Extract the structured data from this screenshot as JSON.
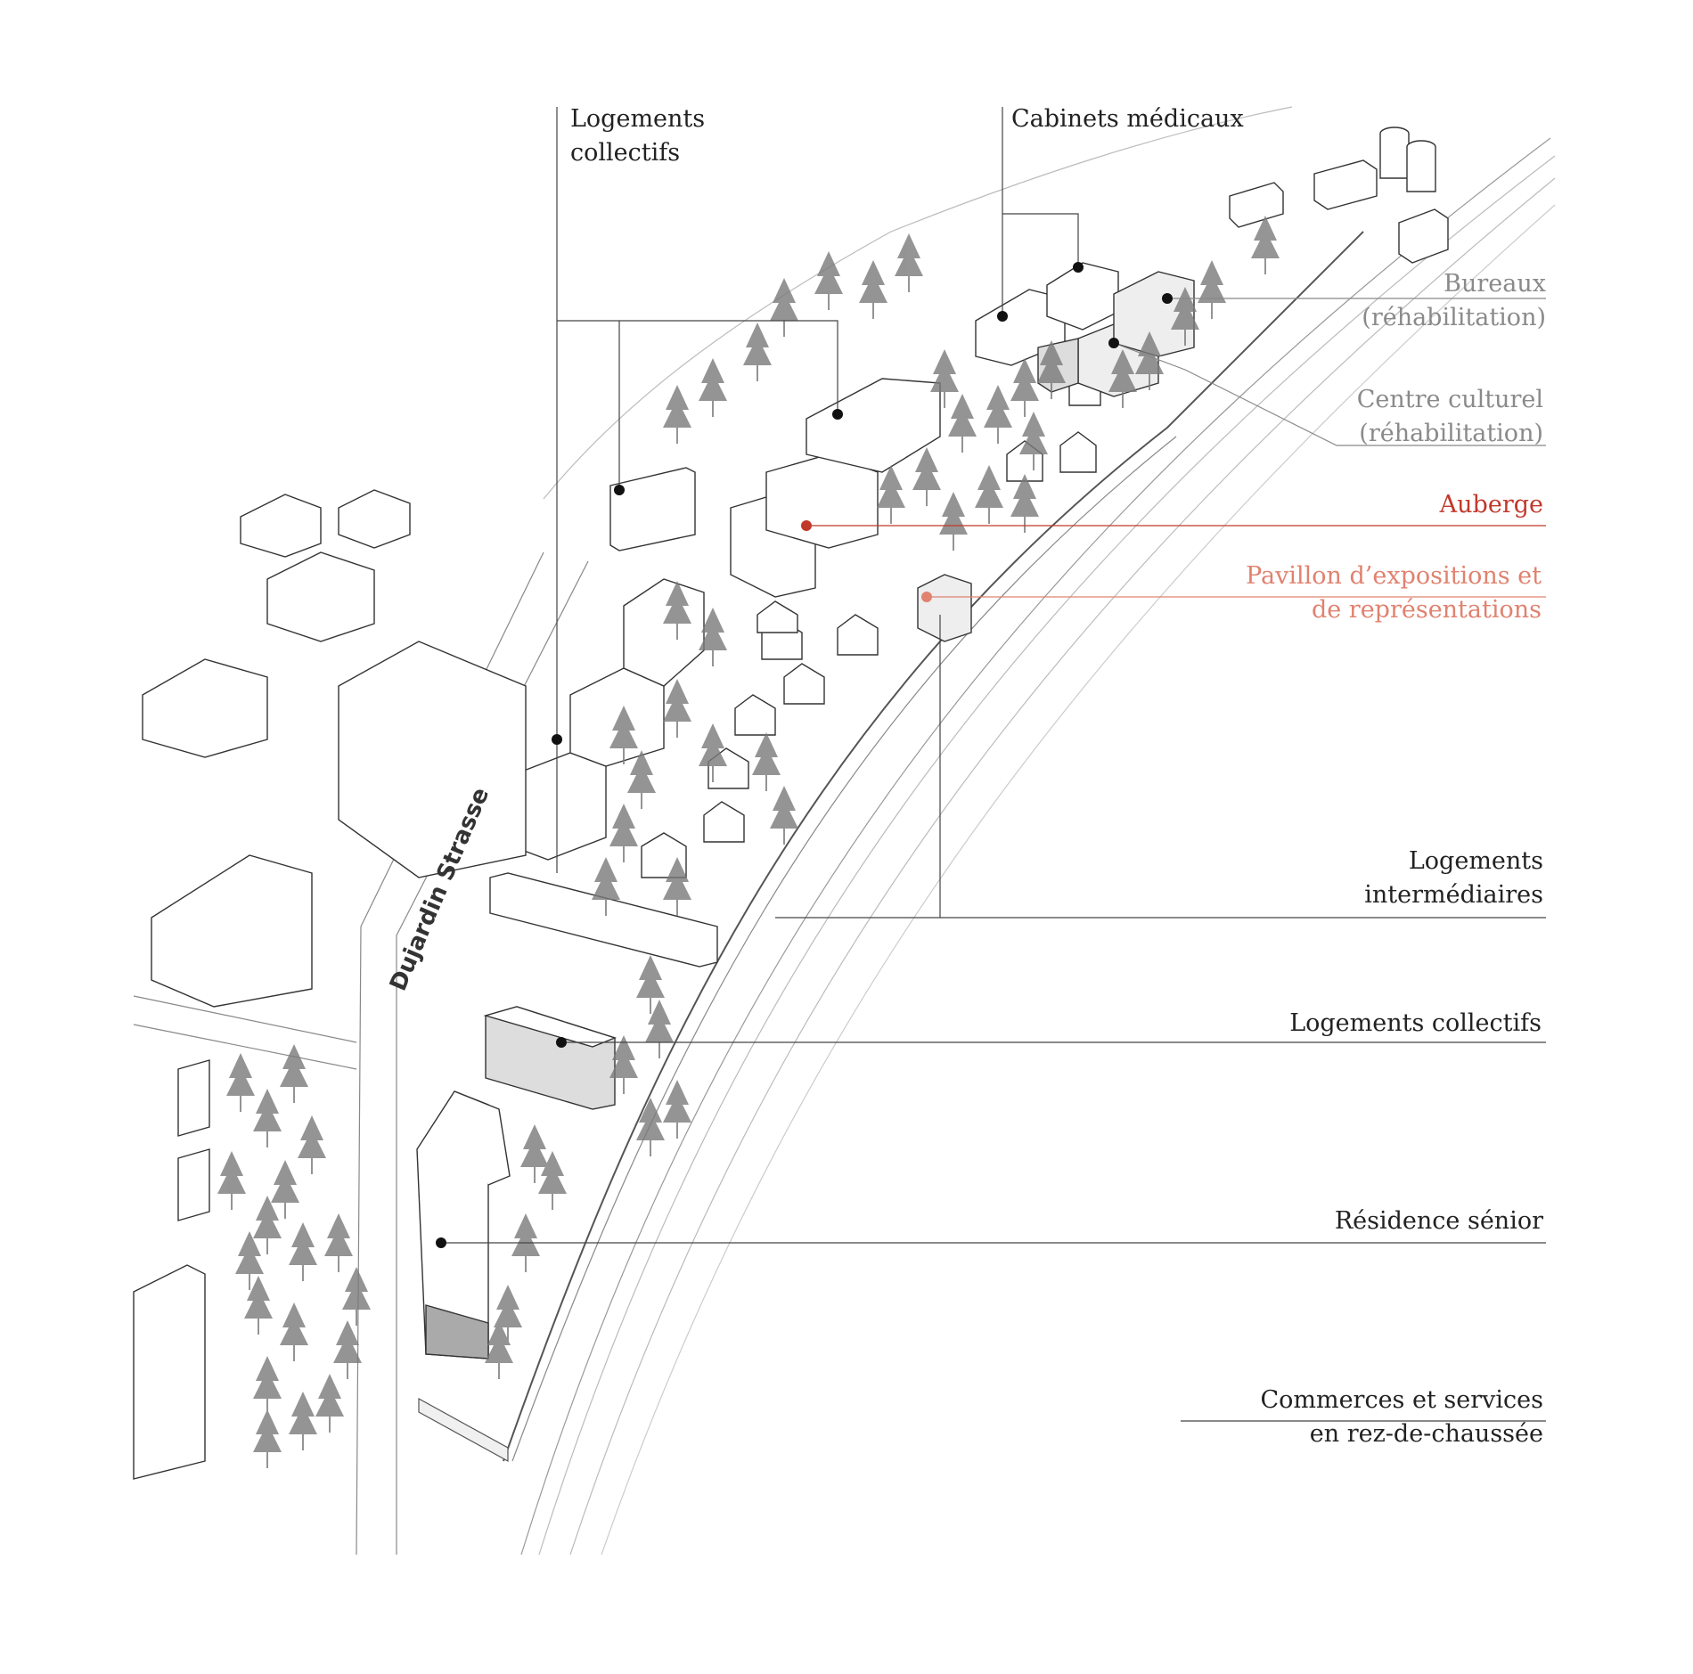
{
  "labels": {
    "logements_collectifs_top": {
      "line1": "Logements",
      "line2": "collectifs"
    },
    "cabinets_medicaux": "Cabinets médicaux",
    "bureaux": {
      "line1": "Bureaux",
      "line2": "(réhabilitation)"
    },
    "centre_culturel": {
      "line1": "Centre culturel",
      "line2": "(réhabilitation)"
    },
    "auberge": "Auberge",
    "pavillon": {
      "line1": "Pavillon d’expositions et",
      "line2": "de représentations"
    },
    "logements_intermediaires": {
      "line1": "Logements",
      "line2": "intermédiaires"
    },
    "logements_collectifs": "Logements collectifs",
    "residence_senior": "Résidence sénior",
    "commerces": {
      "line1": "Commerces et services",
      "line2": "en rez-de-chaussée"
    }
  },
  "street_name": "Dujardin Strasse",
  "colors": {
    "text": "#222222",
    "muted": "#8a8a8a",
    "auberge": "#c1392b",
    "pavillon": "#e0826f",
    "leader": "#444444"
  }
}
